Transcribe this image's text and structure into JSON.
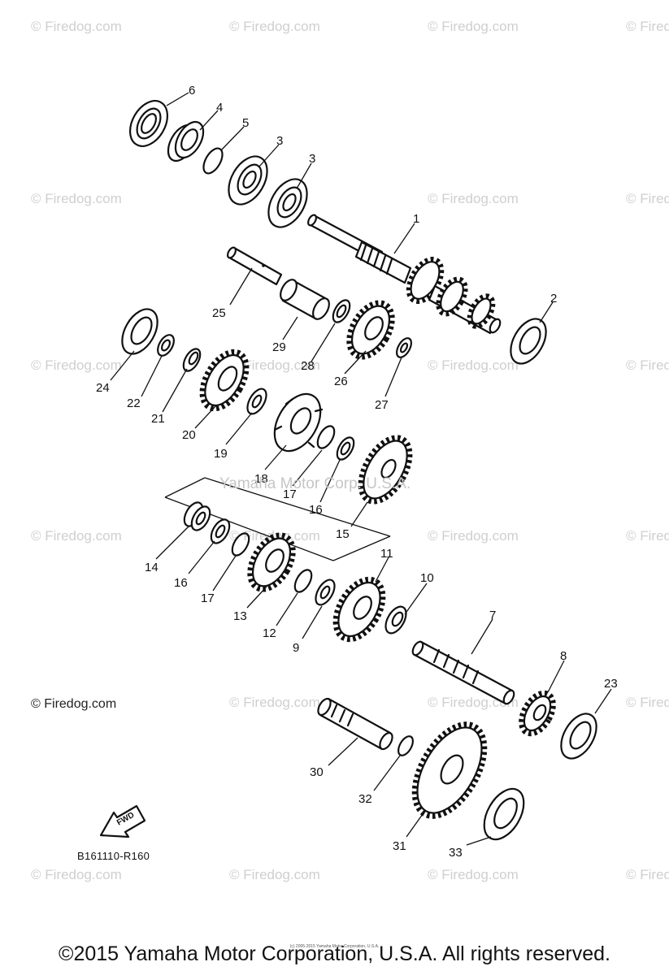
{
  "watermark": "© Firedog.com",
  "copyright_line": "©2015 Yamaha Motor Corporation, U.S.A. All rights reserved.",
  "tiny_copyright": "(c) 2005-2015 Yamaha Motor Corporation, U.S.A.",
  "center_watermark": "Yamaha Motor Corp. U.S.A.",
  "firedog_label": "© Firedog.com",
  "diagram_code": "B161110-R160",
  "fwd_label": "FWD",
  "callouts": {
    "c1": "1",
    "c2": "2",
    "c3a": "3",
    "c3b": "3",
    "c4": "4",
    "c5": "5",
    "c6": "6",
    "c7": "7",
    "c8": "8",
    "c9": "9",
    "c10": "10",
    "c11": "11",
    "c12": "12",
    "c13": "13",
    "c14": "14",
    "c15": "15",
    "c16a": "16",
    "c16b": "16",
    "c17a": "17",
    "c17b": "17",
    "c18": "18",
    "c19": "19",
    "c20": "20",
    "c21": "21",
    "c22": "22",
    "c23": "23",
    "c24": "24",
    "c25": "25",
    "c26": "26",
    "c27": "27",
    "c28": "28",
    "c29": "29",
    "c30": "30",
    "c31": "31",
    "c32": "32",
    "c33": "33"
  }
}
